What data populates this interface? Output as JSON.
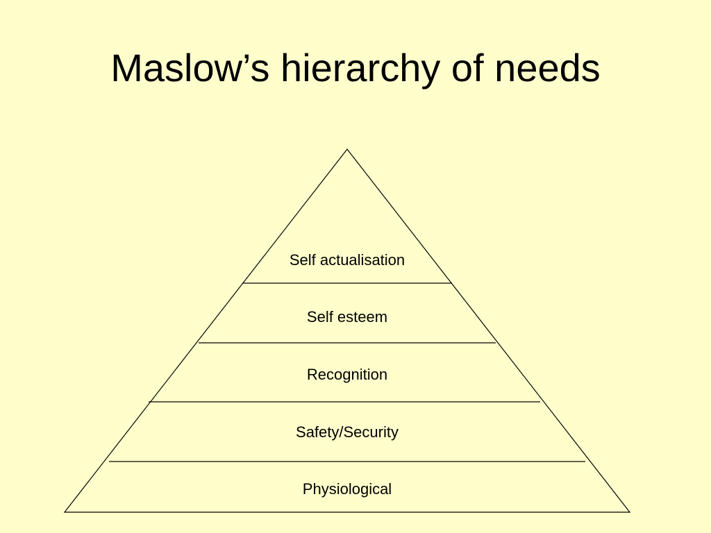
{
  "slide": {
    "title": "Maslow’s hierarchy of needs"
  },
  "pyramid": {
    "levels_top_to_bottom": [
      "Self actualisation",
      "Self esteem",
      "Recognition",
      "Safety/Security",
      "Physiological"
    ]
  },
  "colors": {
    "background": "#FFFFCC",
    "line": "#000000",
    "text": "#000000"
  }
}
